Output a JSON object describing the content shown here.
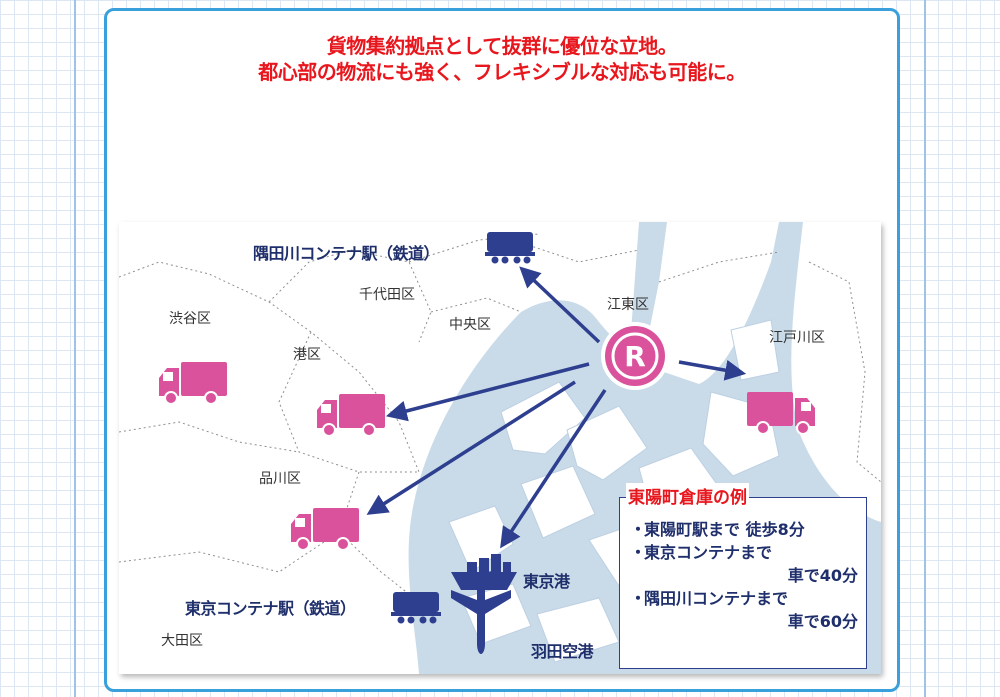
{
  "headline": {
    "line1": "貨物集約拠点として抜群に優位な立地。",
    "line2": "都心部の物流にも強く、フレキシブルな対応も可能に。"
  },
  "map": {
    "wards": {
      "chiyoda": "千代田区",
      "shibuya": "渋谷区",
      "chuo": "中央区",
      "koto": "江東区",
      "minato": "港区",
      "edogawa": "江戸川区",
      "shinagawa": "品川区",
      "ota": "大田区"
    },
    "places": {
      "sumidagawa_station": "隅田川コンテナ駅（鉄道）",
      "tokyo_container_station": "東京コンテナ駅（鉄道）",
      "tokyo_port": "東京港",
      "haneda_airport": "羽田空港"
    },
    "hub_logo": "R"
  },
  "info_box": {
    "title": "東陽町倉庫の例",
    "bullet": "・",
    "items": [
      {
        "line1": "東陽町駅まで 徒歩8分"
      },
      {
        "line1": "東京コンテナまで",
        "line2": "車で40分"
      },
      {
        "line1": "隅田川コンテナまで",
        "line2": "車で60分"
      }
    ]
  },
  "colors": {
    "headline_red": "#e8161d",
    "navy": "#2e3f8f",
    "truck_pink": "#d9529b",
    "water_blue": "#c9dbe9",
    "panel_border": "#3aa0dc"
  },
  "icons": [
    "truck-icon",
    "freight-train-icon",
    "ship-icon",
    "airplane-icon",
    "hub-logo-icon",
    "arrow-icon"
  ]
}
